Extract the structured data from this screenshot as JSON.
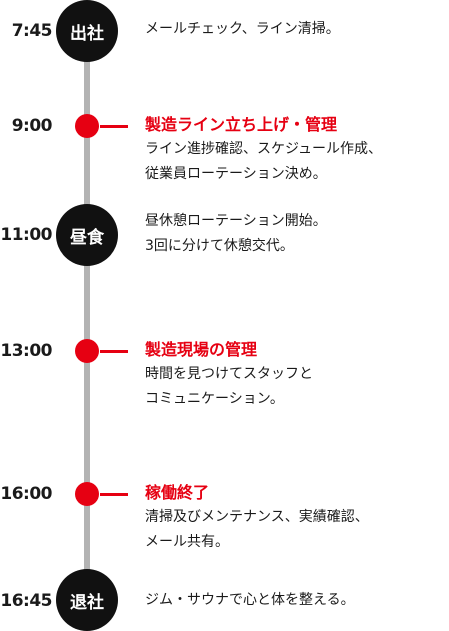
{
  "colors": {
    "accent": "#e60012",
    "node": "#111111",
    "line": "#b3b3b3"
  },
  "schedule": [
    {
      "time": "7:45",
      "node_label": "出社",
      "title": "",
      "lines": [
        "メールチェック、ライン清掃。"
      ]
    },
    {
      "time": "9:00",
      "node_label": "",
      "title": "製造ライン立ち上げ・管理",
      "lines": [
        "ライン進捗確認、スケジュール作成、",
        "従業員ローテーション決め。"
      ]
    },
    {
      "time": "11:00",
      "node_label": "昼食",
      "title": "",
      "lines": [
        "昼休憩ローテーション開始。",
        "3回に分けて休憩交代。"
      ]
    },
    {
      "time": "13:00",
      "node_label": "",
      "title": "製造現場の管理",
      "lines": [
        "時間を見つけてスタッフと",
        "コミュニケーション。"
      ]
    },
    {
      "time": "16:00",
      "node_label": "",
      "title": "稼働終了",
      "lines": [
        "清掃及びメンテナンス、実績確認、",
        "メール共有。"
      ]
    },
    {
      "time": "16:45",
      "node_label": "退社",
      "title": "",
      "lines": [
        "ジム・サウナで心と体を整える。"
      ]
    }
  ]
}
